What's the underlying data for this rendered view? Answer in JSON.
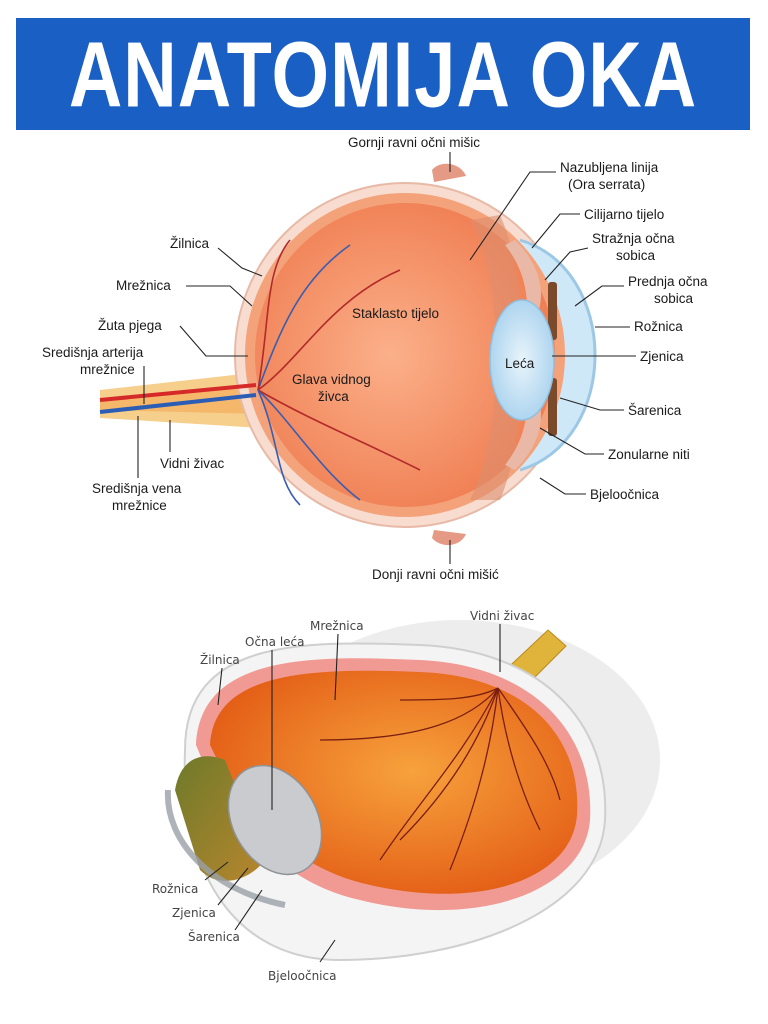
{
  "title": "ANATOMIJA OKA",
  "top_diagram": {
    "labels": {
      "gornji_misic": "Gornji ravni očni mišic",
      "ora_serrata_1": "Nazubljena linija",
      "ora_serrata_2": "(Ora serrata)",
      "cilijarno": "Cilijarno tijelo",
      "straznja_1": "Stražnja očna",
      "straznja_2": "sobica",
      "prednja_1": "Prednja očna",
      "prednja_2": "sobica",
      "roznica": "Rožnica",
      "zjenica": "Zjenica",
      "sarenica": "Šarenica",
      "zonularne": "Zonularne niti",
      "bjeloocnica": "Bjeloočnica",
      "donji_misic": "Donji ravni očni mišić",
      "zilnica": "Žilnica",
      "mreznica": "Mrežnica",
      "zuta_pjega": "Žuta pjega",
      "arterija_1": "Središnja arterija",
      "arterija_2": "mrežnice",
      "vidni_zivac": "Vidni živac",
      "vena_1": "Središnja vena",
      "vena_2": "mrežnice",
      "staklasto": "Staklasto tijelo",
      "glava_1": "Glava vidnog",
      "glava_2": "živca",
      "leca": "Leća"
    }
  },
  "bottom_diagram": {
    "labels": {
      "vidni_zivac": "Vidni živac",
      "mreznica": "Mrežnica",
      "ocna_leca": "Očna leća",
      "zilnica": "Žilnica",
      "roznica": "Rožnica",
      "zjenica": "Zjenica",
      "sarenica": "Šarenica",
      "bjeloocnica": "Bjeloočnica"
    }
  },
  "colors": {
    "banner": "#1a5fc4",
    "vitreous": "#f58a5a",
    "sclera": "#f6d9cc",
    "lens": "#cfe6f5",
    "artery": "#d62a2a",
    "vein": "#2b5db5",
    "optic_nerve": "#f5c070"
  }
}
